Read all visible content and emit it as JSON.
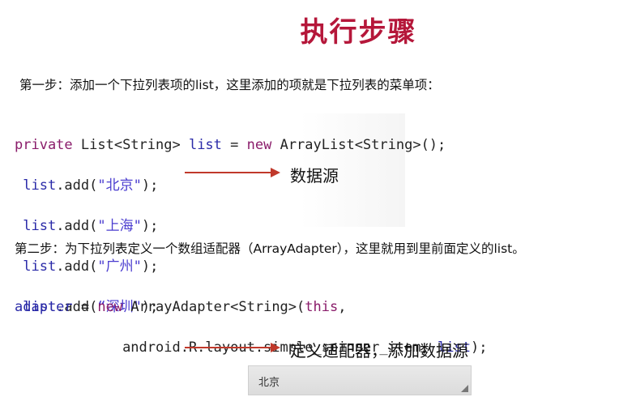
{
  "title": "执行步骤",
  "step1": "第一步：添加一个下拉列表项的list，这里添加的项就是下拉列表的菜单项：",
  "code1": {
    "decl": {
      "kw_private": "private",
      "type": " List<String> ",
      "var_list": "list",
      "eq": " = ",
      "kw_new": "new",
      "ctor": " ArrayList<String>();"
    },
    "adds": [
      {
        "prefix": " list",
        "call": ".add(",
        "str": "\"北京\"",
        "end": ");"
      },
      {
        "prefix": " list",
        "call": ".add(",
        "str": "\"上海\"",
        "end": ");"
      },
      {
        "prefix": " list",
        "call": ".add(",
        "str": "\"广州\"",
        "end": ");"
      },
      {
        "prefix": " list",
        "call": ".add(",
        "str": "“深圳\"",
        "end": ");"
      }
    ]
  },
  "label_datasource": "数据源",
  "step2": "第二步：为下拉列表定义一个数组适配器（ArrayAdapter），这里就用到里前面定义的list。",
  "code2": {
    "var_adapter": "adapter",
    "eq": " = ",
    "kw_new": "new",
    "ctor": " ArrayAdapter<String>(",
    "kw_this": "this",
    "comma": ",",
    "indent": "             ",
    "args": "android.R.layout.simple_spinner_item, ",
    "var_list": "list",
    "end": ");"
  },
  "label_adapter": "定义适配器，添加数据源",
  "spinner": {
    "selected": "北京"
  },
  "colors": {
    "title": "#b5173a",
    "keyword": "#8a1c6a",
    "variable": "#2a2aa8",
    "string": "#4a3ccf",
    "arrow": "#c0392b"
  },
  "icons": {
    "arrow": "right-arrow-icon",
    "spinner_indicator": "dropdown-triangle-icon"
  }
}
